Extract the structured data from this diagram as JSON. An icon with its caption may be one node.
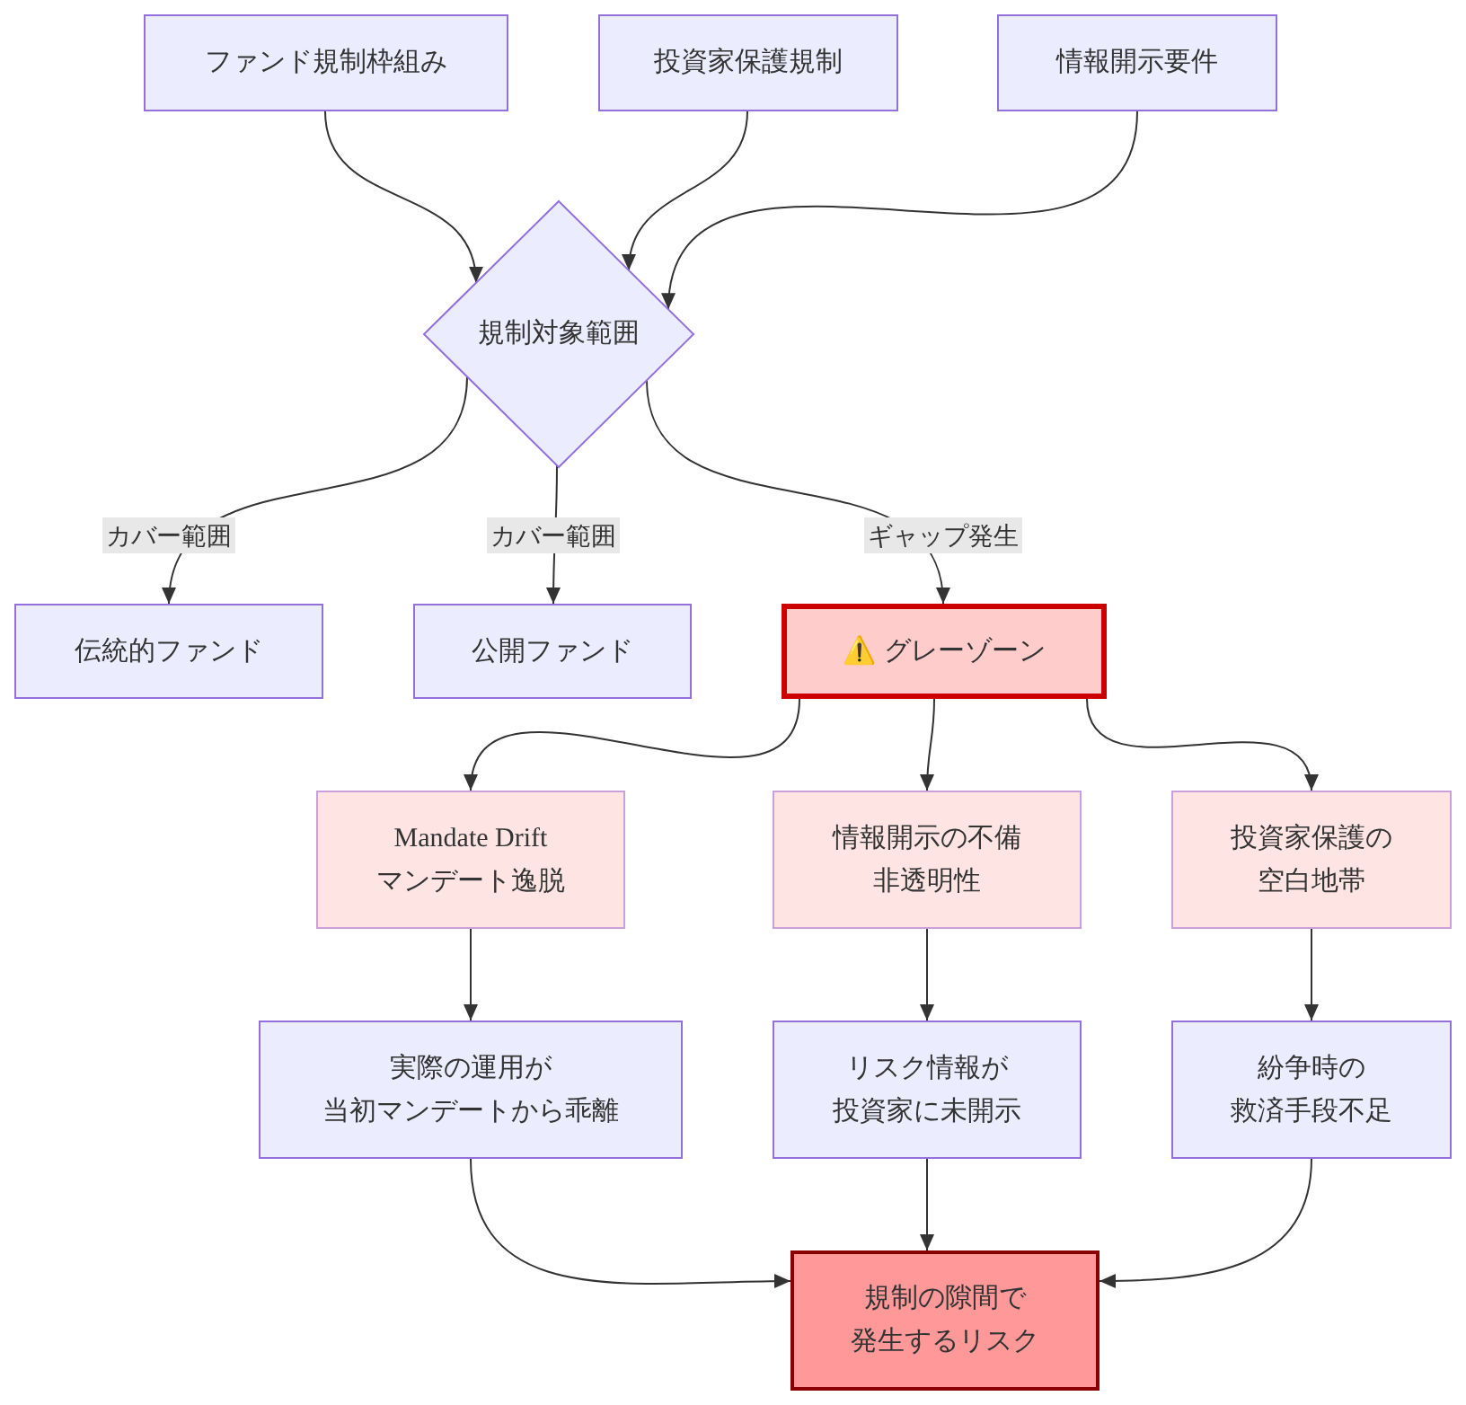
{
  "diagram": {
    "nodes": [
      {
        "text": [
          "ファンド規制枠組み"
        ]
      },
      {
        "text": [
          "投資家保護規制"
        ]
      },
      {
        "text": [
          "情報開示要件"
        ]
      },
      {
        "text": [
          "規制対象範囲"
        ]
      },
      {
        "text": [
          "伝統的ファンド"
        ]
      },
      {
        "text": [
          "公開ファンド"
        ]
      },
      {
        "text": [
          "⚠️ グレーゾーン"
        ]
      },
      {
        "text": [
          "Mandate Drift",
          "マンデート逸脱"
        ]
      },
      {
        "text": [
          "情報開示の不備",
          "非透明性"
        ]
      },
      {
        "text": [
          "投資家保護の",
          "空白地帯"
        ]
      },
      {
        "text": [
          "実際の運用が",
          "当初マンデートから乖離"
        ]
      },
      {
        "text": [
          "リスク情報が",
          "投資家に未開示"
        ]
      },
      {
        "text": [
          "紛争時の",
          "救済手段不足"
        ]
      },
      {
        "text": [
          "規制の隙間で",
          "発生するリスク"
        ]
      }
    ],
    "edges": [
      {
        "from": 0,
        "to": 3,
        "arrow": "to"
      },
      {
        "from": 1,
        "to": 3,
        "arrow": "to"
      },
      {
        "from": 2,
        "to": 3,
        "arrow": "to"
      },
      {
        "from": 3,
        "to": 4,
        "arrow": "to",
        "label": "カバー範囲"
      },
      {
        "from": 3,
        "to": 5,
        "arrow": "to",
        "label": "カバー範囲"
      },
      {
        "from": 3,
        "to": 6,
        "arrow": "to",
        "label": "ギャップ発生"
      },
      {
        "from": 6,
        "to": 7,
        "arrow": "to"
      },
      {
        "from": 6,
        "to": 8,
        "arrow": "to"
      },
      {
        "from": 6,
        "to": 9,
        "arrow": "to"
      },
      {
        "from": 7,
        "to": 10,
        "arrow": "to"
      },
      {
        "from": 8,
        "to": 11,
        "arrow": "to"
      },
      {
        "from": 9,
        "to": 12,
        "arrow": "to"
      },
      {
        "from": 10,
        "to": 13,
        "arrow": "to"
      },
      {
        "from": 11,
        "to": 13,
        "arrow": "to"
      },
      {
        "from": 12,
        "to": 13,
        "arrow": "to"
      }
    ]
  }
}
